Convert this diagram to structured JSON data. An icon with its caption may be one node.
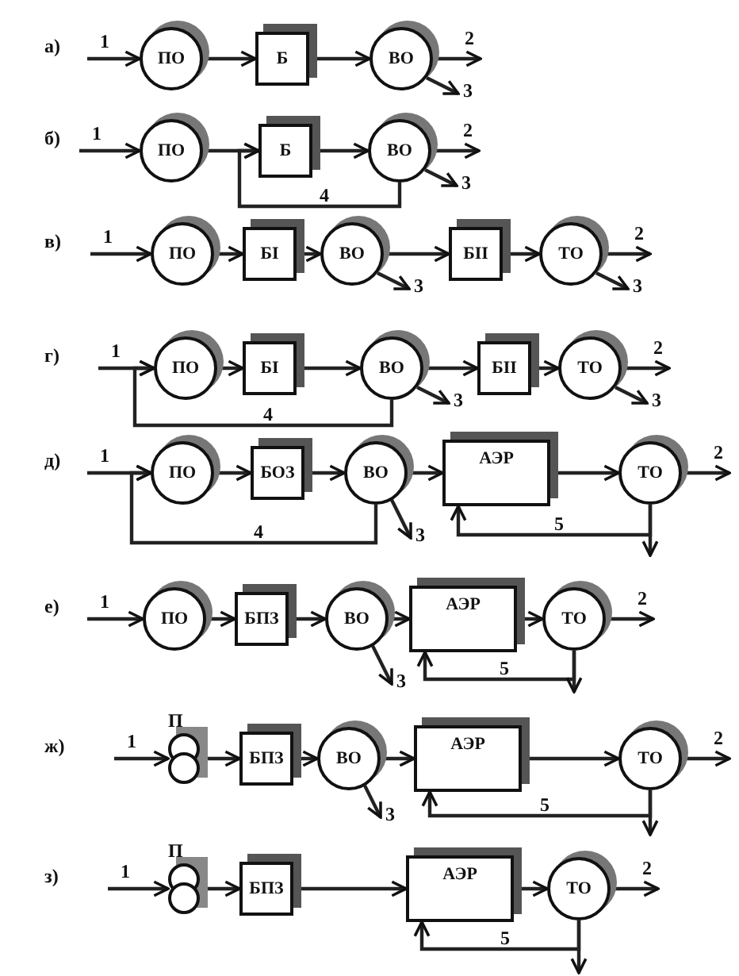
{
  "diagram": {
    "nodes": [
      {
        "text": [
          "ПО"
        ]
      },
      {
        "text": [
          "Б"
        ]
      },
      {
        "text": [
          "ВО"
        ]
      },
      {
        "text": [
          "ПО"
        ]
      },
      {
        "text": [
          "Б"
        ]
      },
      {
        "text": [
          "ВО"
        ]
      },
      {
        "text": [
          "ПО"
        ]
      },
      {
        "text": [
          "БI"
        ]
      },
      {
        "text": [
          "ВО"
        ]
      },
      {
        "text": [
          "БII"
        ]
      },
      {
        "text": [
          "ТО"
        ]
      },
      {
        "text": [
          "ПО"
        ]
      },
      {
        "text": [
          "БI"
        ]
      },
      {
        "text": [
          "ВО"
        ]
      },
      {
        "text": [
          "БII"
        ]
      },
      {
        "text": [
          "ТО"
        ]
      },
      {
        "text": [
          "ПО"
        ]
      },
      {
        "text": [
          "БОЗ"
        ]
      },
      {
        "text": [
          "ВО"
        ]
      },
      {
        "text": [
          "АЭР"
        ]
      },
      {
        "text": [
          "ТО"
        ]
      },
      {
        "text": [
          "ПО"
        ]
      },
      {
        "text": [
          "БПЗ"
        ]
      },
      {
        "text": [
          "ВО"
        ]
      },
      {
        "text": [
          "АЭР"
        ]
      },
      {
        "text": [
          "ТО"
        ]
      },
      {
        "text": [
          "П"
        ]
      },
      {
        "text": [
          "БПЗ"
        ]
      },
      {
        "text": [
          "ВО"
        ]
      },
      {
        "text": [
          "АЭР"
        ]
      },
      {
        "text": [
          "ТО"
        ]
      },
      {
        "text": [
          "П"
        ]
      },
      {
        "text": [
          "БПЗ"
        ]
      },
      {
        "text": [
          "АЭР"
        ]
      },
      {
        "text": [
          "ТО"
        ]
      }
    ],
    "edges": [
      {
        "from": null,
        "to": 0,
        "arrow": "to",
        "label": "1"
      },
      {
        "from": 0,
        "to": 1,
        "arrow": "to"
      },
      {
        "from": 1,
        "to": 2,
        "arrow": "to"
      },
      {
        "from": 2,
        "to": null,
        "arrow": "to",
        "label": "2"
      },
      {
        "from": 2,
        "to": null,
        "arrow": "to",
        "label": "3"
      },
      {
        "from": null,
        "to": 3,
        "arrow": "to",
        "label": "1"
      },
      {
        "from": 3,
        "to": 4,
        "arrow": "to"
      },
      {
        "from": 4,
        "to": 5,
        "arrow": "to"
      },
      {
        "from": 5,
        "to": null,
        "arrow": "to",
        "label": "2"
      },
      {
        "from": 5,
        "to": null,
        "arrow": "to",
        "label": "3"
      },
      {
        "from": 5,
        "to": 4,
        "arrow": "to",
        "label": "4"
      },
      {
        "from": null,
        "to": 6,
        "arrow": "to",
        "label": "1"
      },
      {
        "from": 6,
        "to": 7,
        "arrow": "to"
      },
      {
        "from": 7,
        "to": 8,
        "arrow": "to"
      },
      {
        "from": 8,
        "to": 9,
        "arrow": "to"
      },
      {
        "from": 9,
        "to": 10,
        "arrow": "to"
      },
      {
        "from": 10,
        "to": null,
        "arrow": "to",
        "label": "2"
      },
      {
        "from": 8,
        "to": null,
        "arrow": "to",
        "label": "3"
      },
      {
        "from": 10,
        "to": null,
        "arrow": "to",
        "label": "3"
      },
      {
        "from": null,
        "to": 11,
        "arrow": "to",
        "label": "1"
      },
      {
        "from": 11,
        "to": 12,
        "arrow": "to"
      },
      {
        "from": 12,
        "to": 13,
        "arrow": "to"
      },
      {
        "from": 13,
        "to": 14,
        "arrow": "to"
      },
      {
        "from": 14,
        "to": 15,
        "arrow": "to"
      },
      {
        "from": 15,
        "to": null,
        "arrow": "to",
        "label": "2"
      },
      {
        "from": 13,
        "to": null,
        "arrow": "to",
        "label": "3"
      },
      {
        "from": 15,
        "to": null,
        "arrow": "to",
        "label": "3"
      },
      {
        "from": 13,
        "to": 11,
        "arrow": "to",
        "label": "4"
      },
      {
        "from": null,
        "to": 16,
        "arrow": "to",
        "label": "1"
      },
      {
        "from": 16,
        "to": 17,
        "arrow": "to"
      },
      {
        "from": 17,
        "to": 18,
        "arrow": "to"
      },
      {
        "from": 18,
        "to": 19,
        "arrow": "to"
      },
      {
        "from": 19,
        "to": 20,
        "arrow": "to"
      },
      {
        "from": 20,
        "to": null,
        "arrow": "to",
        "label": "2"
      },
      {
        "from": 18,
        "to": null,
        "arrow": "to",
        "label": "3"
      },
      {
        "from": 18,
        "to": 16,
        "arrow": "to",
        "label": "4"
      },
      {
        "from": 20,
        "to": 19,
        "arrow": "to",
        "label": "5"
      },
      {
        "from": 20,
        "to": null,
        "arrow": "to"
      },
      {
        "from": null,
        "to": 21,
        "arrow": "to",
        "label": "1"
      },
      {
        "from": 21,
        "to": 22,
        "arrow": "to"
      },
      {
        "from": 22,
        "to": 23,
        "arrow": "to"
      },
      {
        "from": 23,
        "to": 24,
        "arrow": "to"
      },
      {
        "from": 24,
        "to": 25,
        "arrow": "to"
      },
      {
        "from": 25,
        "to": null,
        "arrow": "to",
        "label": "2"
      },
      {
        "from": 23,
        "to": null,
        "arrow": "to",
        "label": "3"
      },
      {
        "from": 25,
        "to": 24,
        "arrow": "to",
        "label": "5"
      },
      {
        "from": 25,
        "to": null,
        "arrow": "to"
      },
      {
        "from": null,
        "to": 26,
        "arrow": "to",
        "label": "1"
      },
      {
        "from": 26,
        "to": 27,
        "arrow": "to"
      },
      {
        "from": 27,
        "to": 28,
        "arrow": "to"
      },
      {
        "from": 28,
        "to": 29,
        "arrow": "to"
      },
      {
        "from": 29,
        "to": 30,
        "arrow": "to"
      },
      {
        "from": 30,
        "to": null,
        "arrow": "to",
        "label": "2"
      },
      {
        "from": 28,
        "to": null,
        "arrow": "to",
        "label": "3"
      },
      {
        "from": 30,
        "to": 29,
        "arrow": "to",
        "label": "5"
      },
      {
        "from": 30,
        "to": null,
        "arrow": "to"
      },
      {
        "from": null,
        "to": 31,
        "arrow": "to",
        "label": "1"
      },
      {
        "from": 31,
        "to": 32,
        "arrow": "to"
      },
      {
        "from": 32,
        "to": 33,
        "arrow": "to"
      },
      {
        "from": 33,
        "to": 34,
        "arrow": "to"
      },
      {
        "from": 34,
        "to": null,
        "arrow": "to",
        "label": "2"
      },
      {
        "from": 34,
        "to": 33,
        "arrow": "to",
        "label": "5"
      },
      {
        "from": 34,
        "to": null,
        "arrow": "to"
      }
    ],
    "labels": [
      "а)",
      "б)",
      "в)",
      "г)",
      "д)",
      "е)",
      "ж)",
      "з)"
    ]
  }
}
